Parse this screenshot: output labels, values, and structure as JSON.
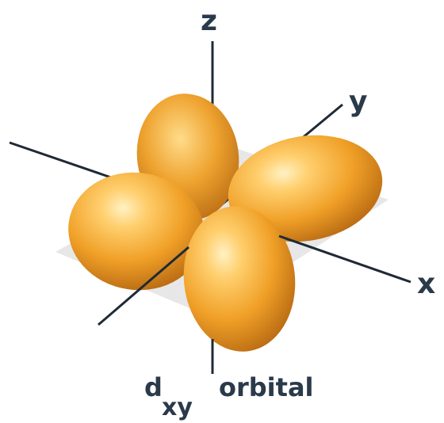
{
  "axes": {
    "z": "z",
    "y": "y",
    "x": "x"
  },
  "caption": {
    "letter": "d",
    "subscript": "xy",
    "word": "orbital"
  },
  "colors": {
    "lobe_light": "#ffd27a",
    "lobe_mid": "#f2a22a",
    "lobe_dark": "#b86a10",
    "axis": "#1f2a36",
    "plane": "#c9c9c9"
  }
}
